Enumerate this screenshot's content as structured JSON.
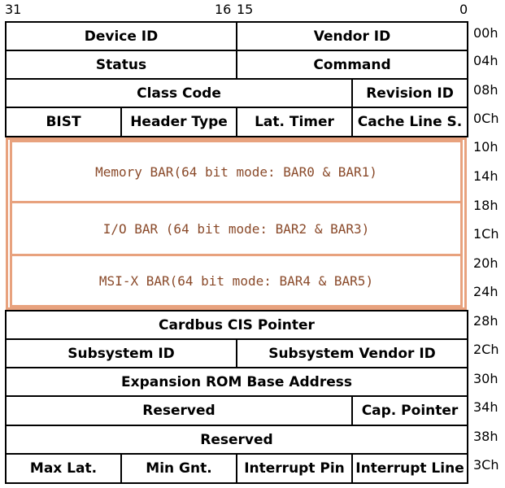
{
  "bit_labels": {
    "b31": "31",
    "b16": "16",
    "b15": "15",
    "b0": "0"
  },
  "offsets": [
    "00h",
    "04h",
    "08h",
    "0Ch",
    "10h",
    "14h",
    "18h",
    "1Ch",
    "20h",
    "24h",
    "28h",
    "2Ch",
    "30h",
    "34h",
    "38h",
    "3Ch"
  ],
  "rows": {
    "r00": {
      "device_id": "Device ID",
      "vendor_id": "Vendor ID"
    },
    "r04": {
      "status": "Status",
      "command": "Command"
    },
    "r08": {
      "class_code": "Class Code",
      "revision_id": "Revision ID"
    },
    "r0c": {
      "bist": "BIST",
      "header_type": "Header Type",
      "lat_timer": "Lat. Timer",
      "cache_line": "Cache Line S."
    },
    "bars": {
      "memory": "Memory BAR(64 bit mode: BAR0 & BAR1)",
      "io": "I/O BAR (64 bit mode: BAR2 & BAR3)",
      "msix": "MSI-X BAR(64 bit mode: BAR4 & BAR5)"
    },
    "r28": {
      "cardbus": "Cardbus CIS Pointer"
    },
    "r2c": {
      "subsystem_id": "Subsystem ID",
      "subsystem_vendor_id": "Subsystem Vendor ID"
    },
    "r30": {
      "expansion_rom": "Expansion ROM Base Address"
    },
    "r34": {
      "reserved": "Reserved",
      "cap_pointer": "Cap. Pointer"
    },
    "r38": {
      "reserved": "Reserved"
    },
    "r3c": {
      "max_lat": "Max Lat.",
      "min_gnt": "Min Gnt.",
      "interrupt_pin": "Interrupt Pin",
      "interrupt_line": "Interrupt Line"
    }
  },
  "colors": {
    "bar_border": "#e8a27e",
    "bar_text": "#8a4a2a",
    "grid": "#000000"
  }
}
